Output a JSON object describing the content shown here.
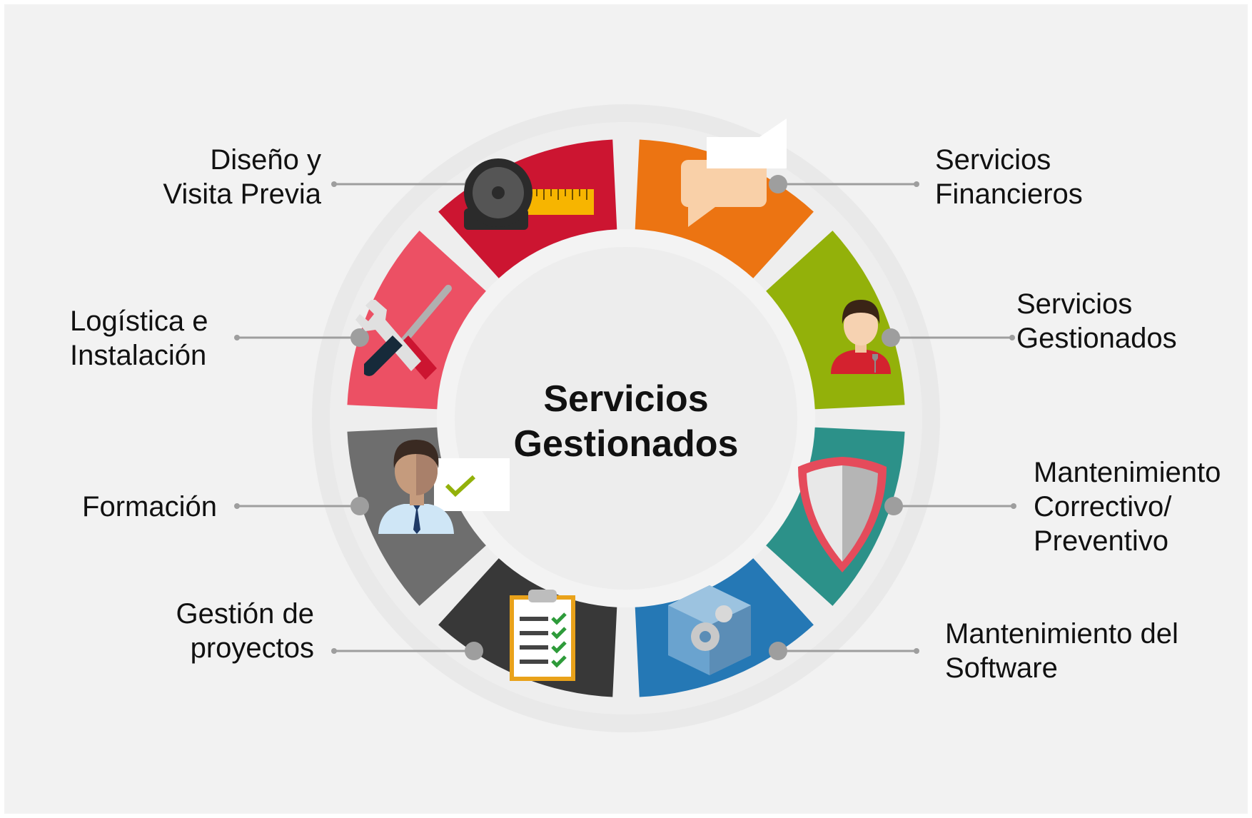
{
  "center": {
    "line1": "Servicios",
    "line2": "Gestionados"
  },
  "segments": [
    {
      "line1": "Diseño y",
      "line2": "Visita Previa",
      "color": "#cc1531",
      "icon": "tape-measure-icon"
    },
    {
      "line1": "Servicios",
      "line2": "Financieros",
      "color": "#ec7412",
      "icon": "speech-bubbles-icon"
    },
    {
      "line1": "Servicios",
      "line2": "Gestionados",
      "color": "#93b10a",
      "icon": "technician-icon"
    },
    {
      "line1": "Mantenimiento",
      "line2": "Correctivo/",
      "line3": "Preventivo",
      "color": "#2c9189",
      "icon": "shield-icon"
    },
    {
      "line1": "Mantenimiento del",
      "line2": "Software",
      "color": "#2578b5",
      "icon": "gears-cube-icon"
    },
    {
      "line1": "Gestión de",
      "line2": "proyectos",
      "color": "#383838",
      "icon": "checklist-clipboard-icon"
    },
    {
      "line1": "Formación",
      "color": "#6e6e6e",
      "icon": "trainer-icon"
    },
    {
      "line1": "Logística e",
      "line2": "Instalación",
      "color": "#ec5064",
      "icon": "tools-icon"
    }
  ],
  "colors": {
    "background": "#f2f2f2",
    "connector": "#9e9e9e",
    "ring_halo": "#e9e9e9",
    "inner_disc": "#ededed"
  }
}
